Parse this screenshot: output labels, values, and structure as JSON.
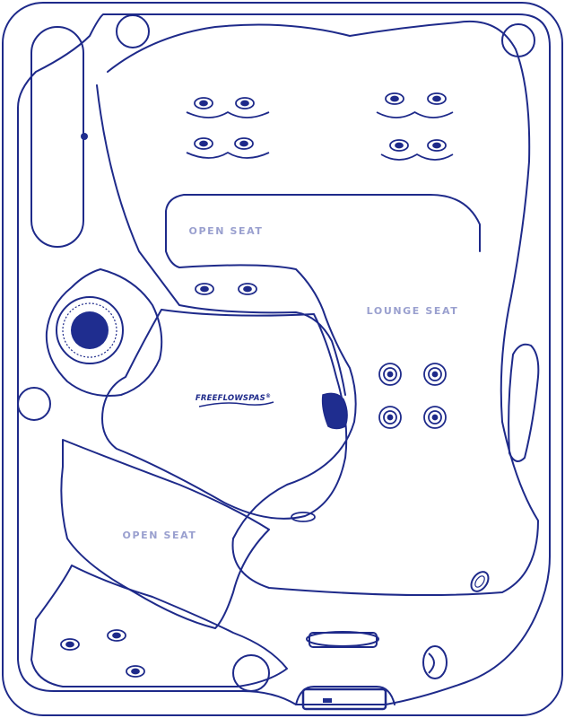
{
  "colors": {
    "line": "#1e2a8a",
    "label": "#9aa0cf",
    "fill_dark": "#1f2d8f",
    "jet_inner": "#3b4fc0"
  },
  "labels": {
    "open_seat_top": "OPEN SEAT",
    "lounge_seat": "LOUNGE SEAT",
    "open_seat_bottom": "OPEN SEAT"
  },
  "brand": {
    "part1": "FREEFLOW",
    "part2": "SPAS",
    "mark": "®"
  },
  "icons": {
    "jets": "circular-jet-icon",
    "pump": "control-knob-icon",
    "filter": "filter-icon",
    "panel": "control-panel-icon",
    "light": "spa-light-icon"
  }
}
